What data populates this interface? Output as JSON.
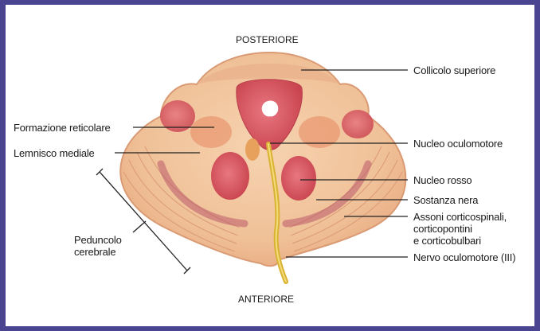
{
  "orientation": {
    "top": "POSTERIORE",
    "bottom": "ANTERIORE"
  },
  "labels": {
    "collicolo_superiore": "Collicolo superiore",
    "formazione_reticolare": "Formazione reticolare",
    "lemnisco_mediale": "Lemnisco mediale",
    "nucleo_oculomotore": "Nucleo oculomotore",
    "nucleo_rosso": "Nucleo rosso",
    "sostanza_nera": "Sostanza nera",
    "assoni_line1": "Assoni corticospinali,",
    "assoni_line2": "corticopontini",
    "assoni_line3": "e corticobulbari",
    "nervo_oculomotore": "Nervo oculomotore (III)",
    "peduncolo_line1": "Peduncolo",
    "peduncolo_line2": "cerebrale"
  },
  "colors": {
    "border": "#4b4591",
    "tissue": "#f1c29a",
    "tissue_dark": "#e3a27a",
    "nucleus_red": "#d9585e",
    "nerve": "#d9b233"
  }
}
